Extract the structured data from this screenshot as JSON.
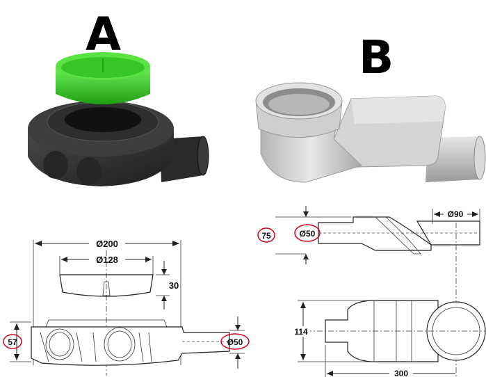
{
  "labels": {
    "a": "A",
    "b": "B"
  },
  "drawing_a": {
    "diameter_outer": "Ø200",
    "diameter_cap": "Ø128",
    "cap_height": "30",
    "total_height": "57",
    "outlet_diameter": "Ø50"
  },
  "drawing_b": {
    "height": "75",
    "inlet_diameter": "Ø50",
    "top_diameter": "Ø90",
    "width": "114",
    "length": "300"
  },
  "colors": {
    "cap_green": "#3ccf2a",
    "body_dark": "#2b2b2b",
    "body_grey": "#c9c9c9",
    "highlight_red": "#d0021b"
  }
}
